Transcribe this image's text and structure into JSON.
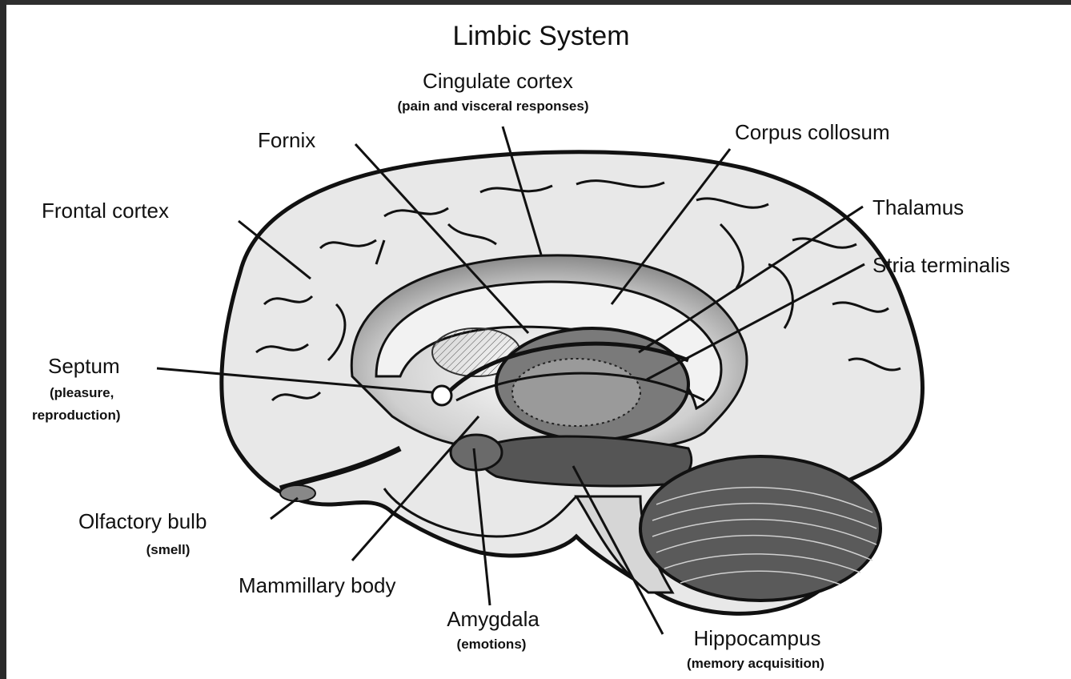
{
  "title": "Limbic System",
  "labels": {
    "cingulate": "Cingulate cortex",
    "cingulate_sub": "(pain and visceral responses)",
    "fornix": "Fornix",
    "corpus": "Corpus collosum",
    "frontal": "Frontal cortex",
    "thalamus": "Thalamus",
    "stria": "Stria terminalis",
    "septum": "Septum",
    "septum_sub1": "(pleasure,",
    "septum_sub2": "reproduction)",
    "olfactory": "Olfactory bulb",
    "olfactory_sub": "(smell)",
    "mammillary": "Mammillary body",
    "amygdala": "Amygdala",
    "amygdala_sub": "(emotions)",
    "hippocampus": "Hippocampus",
    "hippocampus_sub": "(memory acquisition)"
  },
  "colors": {
    "background": "#3a3a3a",
    "canvas": "#ffffff",
    "outline": "#111111",
    "brain_light": "#e6e6e6",
    "brain_mid": "#b5b5b5",
    "brain_dark": "#6a6a6a"
  }
}
